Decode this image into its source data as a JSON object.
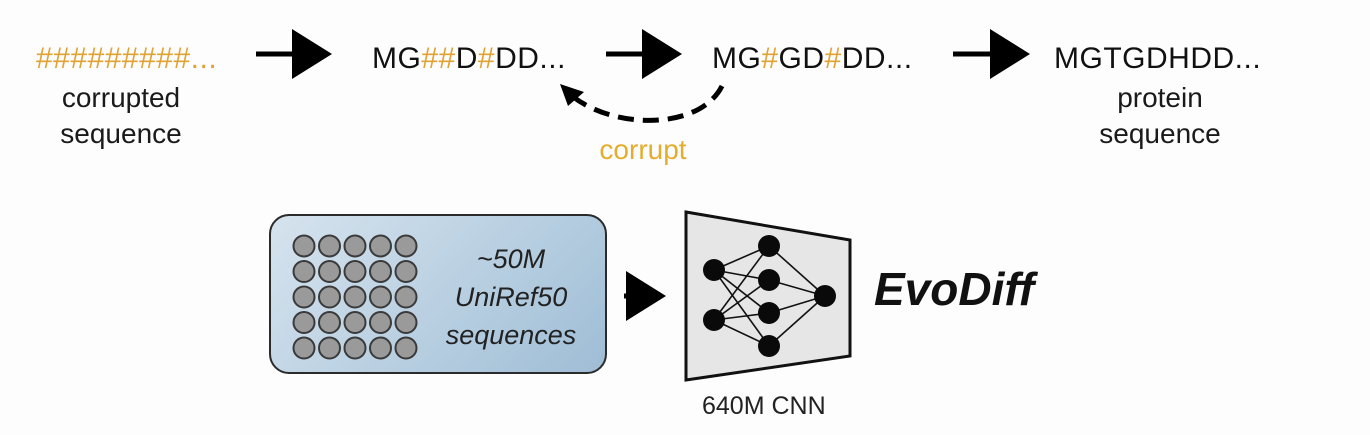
{
  "stages": [
    {
      "segments": [
        {
          "t": "#########...",
          "masked": true
        }
      ],
      "label_line1": "corrupted",
      "label_line2": "sequence"
    },
    {
      "segments": [
        {
          "t": "MG",
          "masked": false
        },
        {
          "t": "##",
          "masked": true
        },
        {
          "t": "D",
          "masked": false
        },
        {
          "t": "#",
          "masked": true
        },
        {
          "t": "DD...",
          "masked": false
        }
      ]
    },
    {
      "segments": [
        {
          "t": "MG",
          "masked": false
        },
        {
          "t": "#",
          "masked": true
        },
        {
          "t": "GD",
          "masked": false
        },
        {
          "t": "#",
          "masked": true
        },
        {
          "t": "DD...",
          "masked": false
        }
      ]
    },
    {
      "segments": [
        {
          "t": "MGTGDHDD...",
          "masked": false
        }
      ],
      "label_line1": "protein",
      "label_line2": "sequence"
    }
  ],
  "corrupt_label": "corrupt",
  "dataset": {
    "line1": "~50M",
    "line2": "UniRef50",
    "line3": "sequences"
  },
  "model": {
    "name": "EvoDiff",
    "caption": "640M CNN"
  },
  "colors": {
    "mask": "#e0a232",
    "corrupt": "#e5ad2c",
    "db_fill": "#b8cfe1"
  }
}
